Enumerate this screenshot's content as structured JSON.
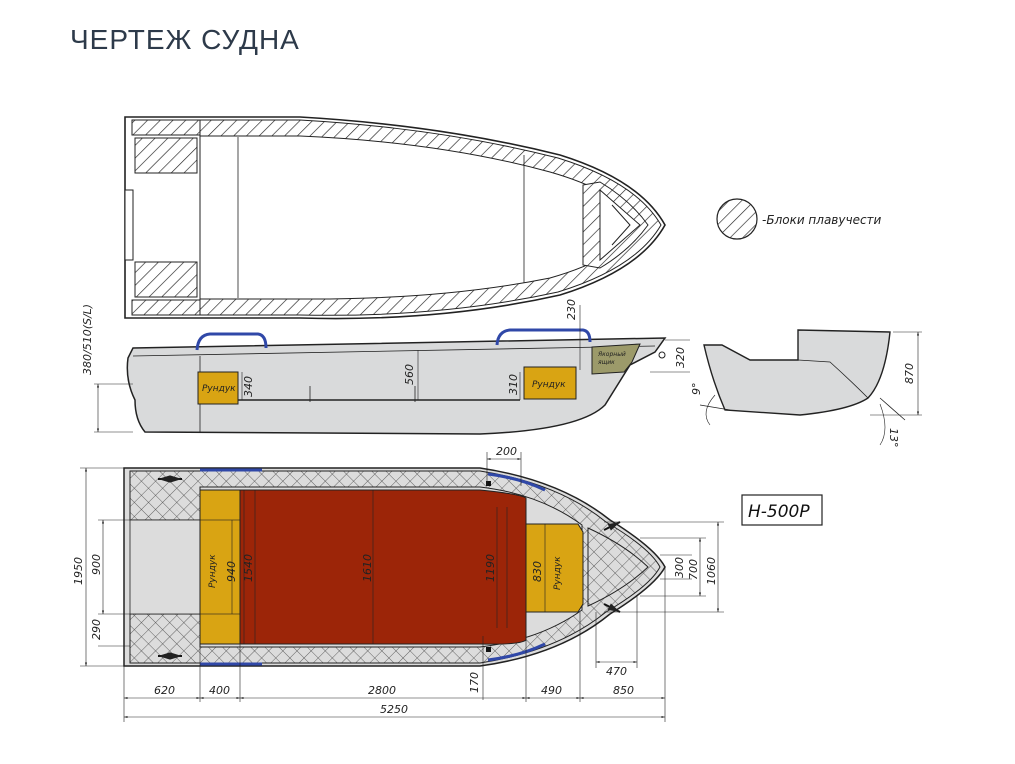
{
  "title": "ЧЕРТЕЖ СУДНА",
  "model": "Н-500Р",
  "legend": {
    "label": "-Блоки плавучести"
  },
  "labels": {
    "chest": "Рундук",
    "anchor_box_line1": "Якорный",
    "anchor_box_line2": "ящик"
  },
  "side_view_dims": {
    "transom_height": "380/510(S/L)",
    "chest_height_stern": "340",
    "hull_depth": "560",
    "chest_height_bow": "310",
    "deck_offset": "230",
    "bow_height": "320"
  },
  "transom_view_dims": {
    "height": "870",
    "angle_stern": "9°",
    "angle_bottom": "13°"
  },
  "plan_view_dims": {
    "overall_width": "1950",
    "transom_inner": "900",
    "side_block": "290",
    "stern_chest_width": "940",
    "floor_width_stern": "1540",
    "floor_width_mid": "1610",
    "floor_width_bow": "1190",
    "bow_chest_width": "830",
    "frame_spacing": "200",
    "frame_offset": "170",
    "bow_1060": "1060",
    "bow_700": "700",
    "bow_300": "300",
    "bow_470": "470",
    "len_620": "620",
    "len_400": "400",
    "len_2800": "2800",
    "len_490": "490",
    "len_850": "850",
    "overall_length": "5250"
  },
  "colors": {
    "chest_fill": "#d9a413",
    "floor_fill": "#9c2508",
    "hull_fill": "#d9dadb",
    "anchor_fill": "#9c9a6a",
    "rail_color": "#3048a8"
  }
}
